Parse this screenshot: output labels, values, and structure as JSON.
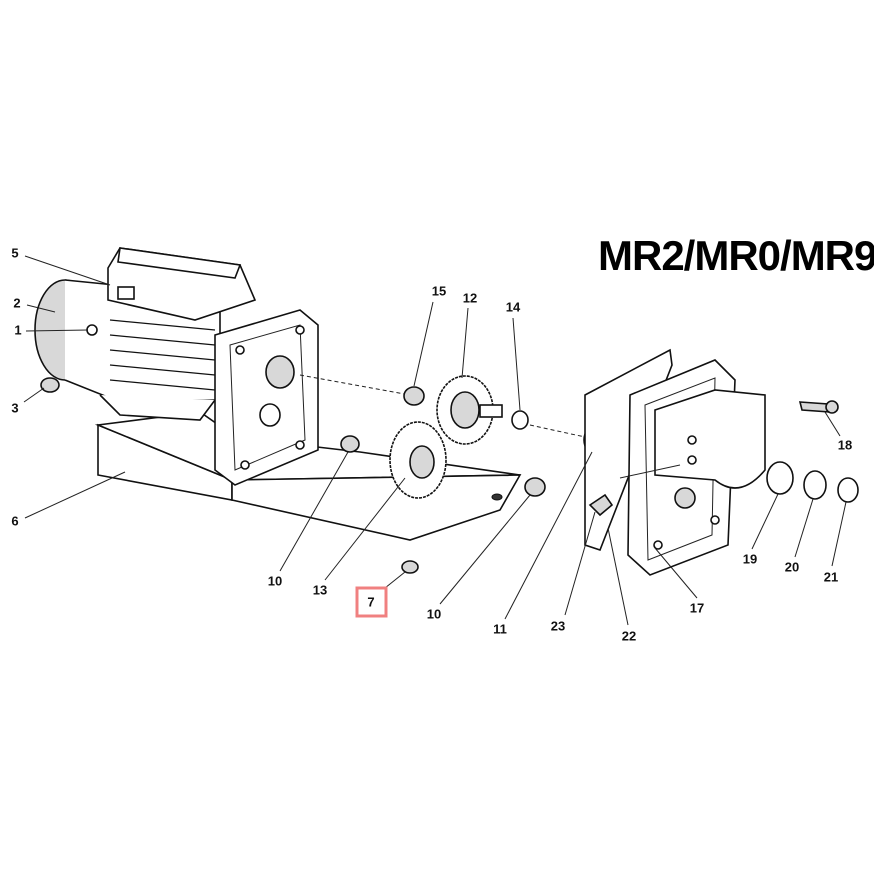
{
  "title": "MR2/MR0/MR9",
  "highlight_color": "#f08080",
  "callouts": [
    {
      "id": "5",
      "label": "5"
    },
    {
      "id": "2",
      "label": "2"
    },
    {
      "id": "1",
      "label": "1"
    },
    {
      "id": "3",
      "label": "3"
    },
    {
      "id": "6",
      "label": "6"
    },
    {
      "id": "15",
      "label": "15"
    },
    {
      "id": "12",
      "label": "12"
    },
    {
      "id": "14",
      "label": "14"
    },
    {
      "id": "10a",
      "label": "10"
    },
    {
      "id": "13",
      "label": "13"
    },
    {
      "id": "7",
      "label": "7",
      "highlighted": true
    },
    {
      "id": "10b",
      "label": "10"
    },
    {
      "id": "11",
      "label": "11"
    },
    {
      "id": "23",
      "label": "23"
    },
    {
      "id": "22",
      "label": "22"
    },
    {
      "id": "17",
      "label": "17"
    },
    {
      "id": "19",
      "label": "19"
    },
    {
      "id": "20",
      "label": "20"
    },
    {
      "id": "21",
      "label": "21"
    },
    {
      "id": "18",
      "label": "18"
    }
  ]
}
